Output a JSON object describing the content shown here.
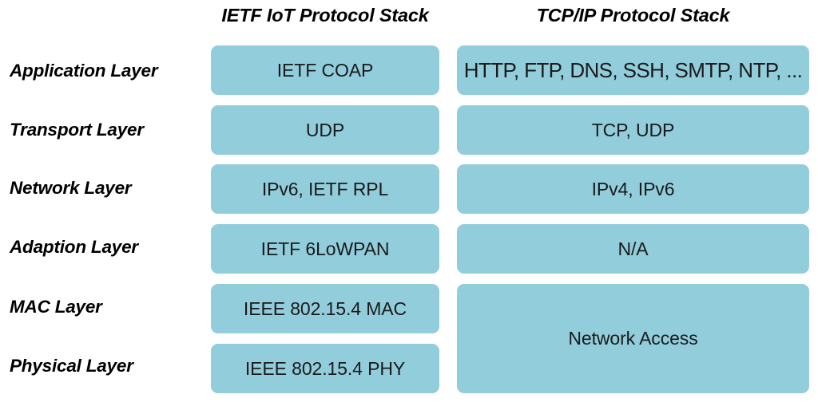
{
  "diagram": {
    "title_row": {
      "row_label_header": "",
      "columns": [
        {
          "id": "ietf-iot",
          "title": "IETF IoT Protocol Stack"
        },
        {
          "id": "tcp-ip",
          "title": "TCP/IP Protocol Stack"
        }
      ]
    },
    "colors": {
      "box_fill": "#92CDDC",
      "text": "#1a1a1a",
      "label_text": "#000000",
      "background": "#ffffff"
    },
    "rows": [
      {
        "label": "Application Layer",
        "ietf_iot": "IETF COAP",
        "tcp_ip": "HTTP, FTP, DNS, SSH, SMTP, NTP, ..."
      },
      {
        "label": "Transport Layer",
        "ietf_iot": "UDP",
        "tcp_ip": "TCP, UDP"
      },
      {
        "label": "Network Layer",
        "ietf_iot": "IPv6, IETF RPL",
        "tcp_ip": "IPv4, IPv6"
      },
      {
        "label": "Adaption Layer",
        "ietf_iot": "IETF 6LoWPAN",
        "tcp_ip": "N/A"
      },
      {
        "label": "MAC Layer",
        "ietf_iot": "IEEE 802.15.4 MAC",
        "tcp_ip": ""
      },
      {
        "label": "Physical Layer",
        "ietf_iot": "IEEE 802.15.4 PHY",
        "tcp_ip": ""
      }
    ],
    "merged_cells": [
      {
        "column": "tcp_ip",
        "spans_rows": [
          "MAC Layer",
          "Physical Layer"
        ],
        "text": "Network Access"
      }
    ]
  }
}
